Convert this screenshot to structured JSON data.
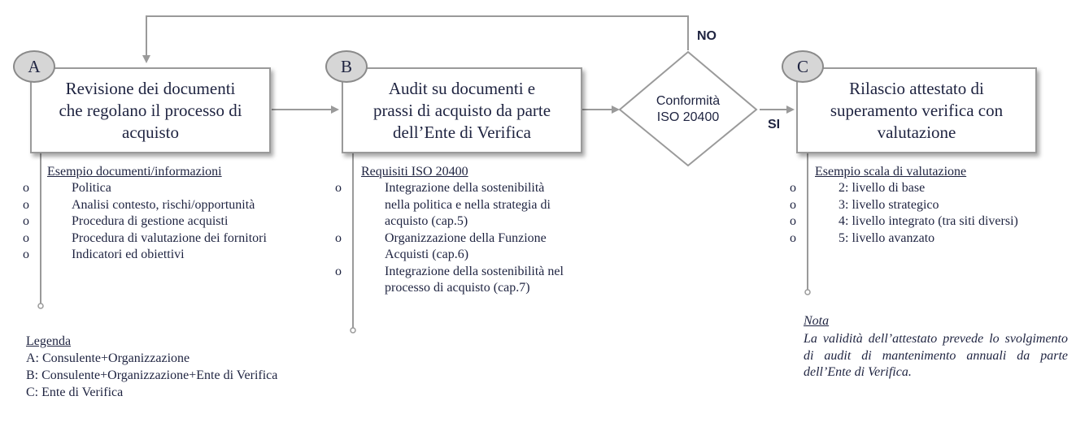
{
  "steps": [
    {
      "badge": "A",
      "lines": [
        "Revisione dei documenti",
        "che regolano il processo di",
        "acquisto"
      ]
    },
    {
      "badge": "B",
      "lines": [
        "Audit su documenti e",
        "prassi di acquisto da parte",
        "dell’Ente di Verifica"
      ]
    },
    {
      "badge": "C",
      "lines": [
        "Rilascio attestato di",
        "superamento verifica con",
        "valutazione"
      ]
    }
  ],
  "decision": {
    "lines": [
      "Conformità",
      "ISO 20400"
    ],
    "no_label": "NO",
    "yes_label": "SI"
  },
  "lists": [
    {
      "heading": "Esempio documenti/informazioni",
      "bullet": "o",
      "items": [
        {
          "lines": [
            "Politica"
          ]
        },
        {
          "lines": [
            "Analisi contesto, rischi/opportunità"
          ]
        },
        {
          "lines": [
            "Procedura di gestione acquisti"
          ]
        },
        {
          "lines": [
            "Procedura di valutazione dei fornitori"
          ]
        },
        {
          "lines": [
            "Indicatori ed obiettivi"
          ]
        }
      ]
    },
    {
      "heading": "Requisiti ISO 20400",
      "bullet": "o",
      "items": [
        {
          "lines": [
            "Integrazione della sostenibilità",
            "nella politica e nella strategia di",
            "acquisto (cap.5)"
          ]
        },
        {
          "lines": [
            "Organizzazione della Funzione",
            "Acquisti (cap.6)"
          ]
        },
        {
          "lines": [
            "Integrazione della sostenibilità nel",
            "processo di acquisto (cap.7)"
          ]
        }
      ]
    },
    {
      "heading": "Esempio scala di valutazione",
      "bullet": "o",
      "items": [
        {
          "lines": [
            "2: livello di base"
          ]
        },
        {
          "lines": [
            "3: livello strategico"
          ]
        },
        {
          "lines": [
            "4: livello integrato (tra siti diversi)"
          ]
        },
        {
          "lines": [
            "5: livello avanzato"
          ]
        }
      ]
    }
  ],
  "legend": {
    "title": "Legenda",
    "lines": [
      "A: Consulente+Organizzazione",
      "B: Consulente+Organizzazione+Ente di Verifica",
      "C: Ente di Verifica"
    ]
  },
  "note": {
    "title": "Nota",
    "text": "La validità dell’attestato prevede lo svolgimento di audit di mantenimento annuali da parte dell’Ente di Verifica."
  },
  "colors": {
    "text": "#1e2340",
    "line": "#9a9a9a",
    "badge_fill": "#d6d6d6"
  }
}
